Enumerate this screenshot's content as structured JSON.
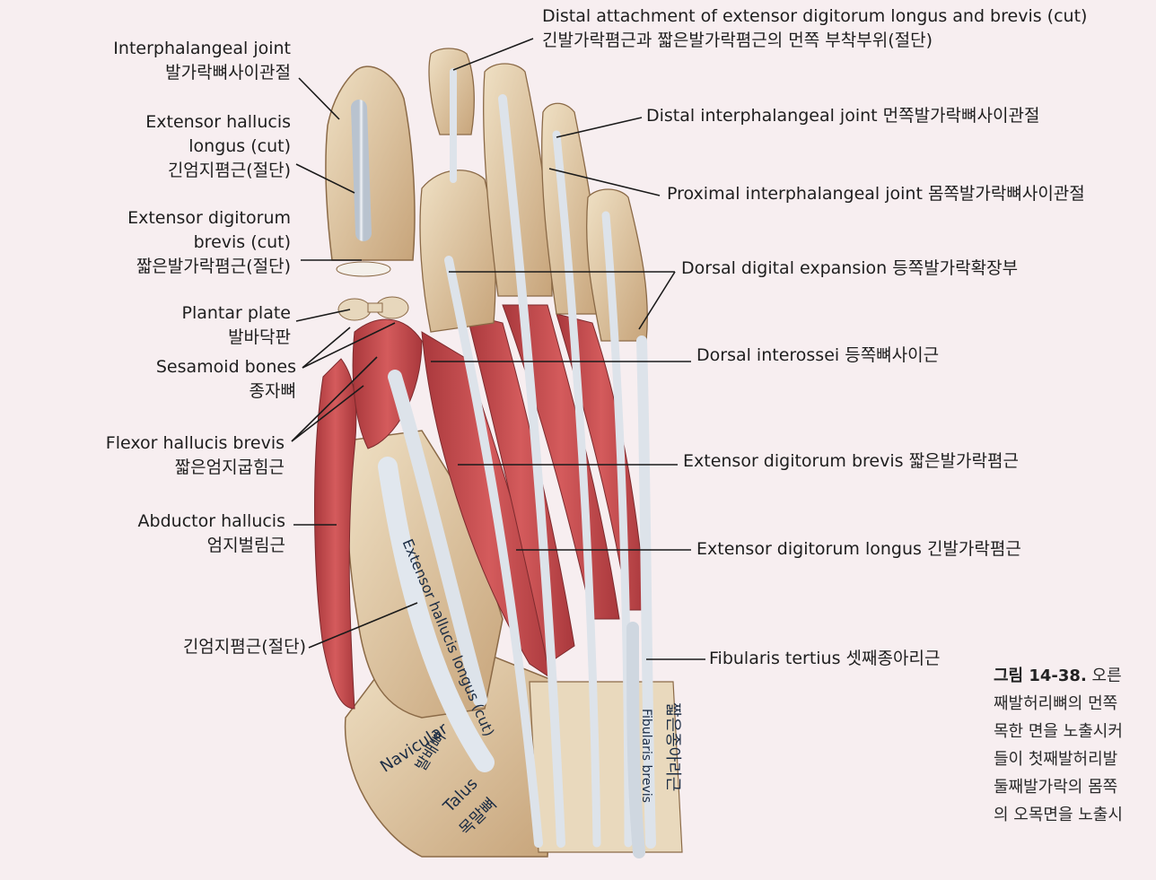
{
  "labels": {
    "distal_attachment": {
      "en": "Distal attachment of extensor digitorum longus and brevis (cut)",
      "ko": "긴발가락폄근과 짧은발가락폄근의 먼쪽 부착부위(절단)"
    },
    "interphalangeal": {
      "en": "Interphalangeal joint",
      "ko": "발가락뼈사이관절"
    },
    "ehl_cut": {
      "l1": "Extensor hallucis",
      "l2": "longus (cut)",
      "ko": "긴엄지폄근(절단)"
    },
    "edb_cut": {
      "l1": "Extensor digitorum",
      "l2": "brevis (cut)",
      "ko": "짧은발가락폄근(절단)"
    },
    "plantar_plate": {
      "en": "Plantar plate",
      "ko": "발바닥판"
    },
    "sesamoid": {
      "en": "Sesamoid bones",
      "ko": "종자뼈"
    },
    "fhb": {
      "en": "Flexor hallucis brevis",
      "ko": "짧은엄지굽힘근"
    },
    "abductor": {
      "en": "Abductor hallucis",
      "ko": "엄지벌림근"
    },
    "ehl_ko": "긴엄지폄근(절단)",
    "dip": "Distal interphalangeal joint 먼쪽발가락뼈사이관절",
    "pip": "Proximal interphalangeal joint 몸쪽발가락뼈사이관절",
    "dde": "Dorsal digital expansion 등쪽발가락확장부",
    "di": "Dorsal interossei 등쪽뼈사이근",
    "edb": "Extensor digitorum brevis 짧은발가락폄근",
    "edl": "Extensor digitorum longus 긴발가락폄근",
    "ft": "Fibularis tertius 셋째종아리근"
  },
  "in_figure": {
    "ehl_tendon": "Extensor hallucis longus (cut)",
    "navicular_en": "Navicular",
    "navicular_ko": "발배뼈",
    "talus_en": "Talus",
    "talus_ko": "목말뼈",
    "fibularis_brevis_en": "Fibularis brevis",
    "fibularis_brevis_ko": "짧은종아리근"
  },
  "caption": {
    "figure_number": "그림 14-38.",
    "lines": [
      "오른",
      "째발허리뼈의 먼쪽",
      "목한 면을 노출시커",
      "들이 첫째발허리발",
      "둘째발가락의 몸쪽",
      "의 오목면을 노출시"
    ]
  },
  "colors": {
    "background": "#f7eef0",
    "muscle": "#c8474a",
    "bone": "#ddc4a0",
    "tendon": "#d9e0e8",
    "leader": "#1a1a1a"
  }
}
